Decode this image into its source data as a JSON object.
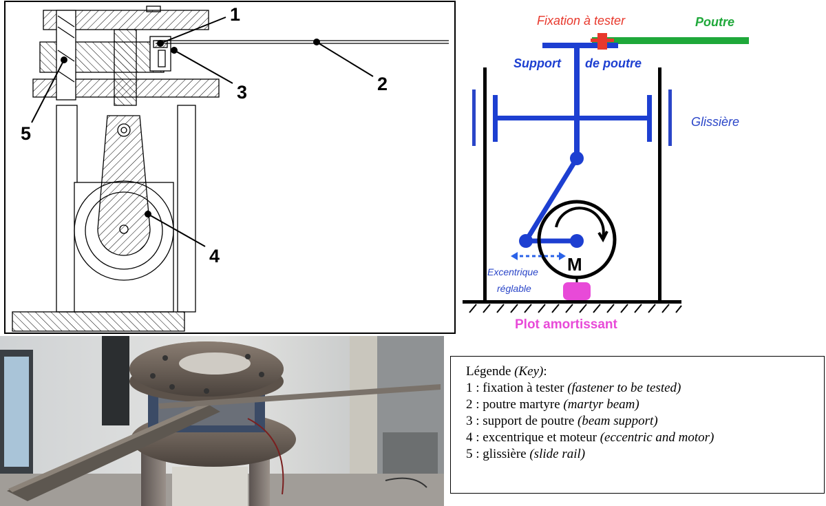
{
  "cad_drawing": {
    "callouts": [
      "1",
      "2",
      "3",
      "4",
      "5"
    ]
  },
  "schematic": {
    "fixation_label": "Fixation à tester",
    "poutre_label": "Poutre",
    "support_label": "Support",
    "support_label_2": "de poutre",
    "glissiere_label": "Glissière",
    "motor_label": "M",
    "excentrique_label": "Excentrique",
    "reglable_label": "réglable",
    "plot_label": "Plot amortissant",
    "colors": {
      "fixation": "#e8382c",
      "poutre": "#1fa83a",
      "mechanism": "#1d3fd1",
      "glissiere": "#2a45c8",
      "plot": "#e84ad8",
      "frame": "#000000"
    }
  },
  "legend": {
    "title": "Légende",
    "title_en": "(Key)",
    "title_suffix": ":",
    "items": [
      {
        "num": "1 :",
        "fr": "fixation à tester",
        "en": "(fastener to be tested)"
      },
      {
        "num": "2 :",
        "fr": "poutre martyre",
        "en": "(martyr beam)"
      },
      {
        "num": "3 :",
        "fr": "support de poutre",
        "en": "(beam support)"
      },
      {
        "num": "4 :",
        "fr": "excentrique et moteur",
        "en": "(eccentric and motor)"
      },
      {
        "num": "5 :",
        "fr": "glissière",
        "en": "(slide rail)"
      }
    ]
  }
}
